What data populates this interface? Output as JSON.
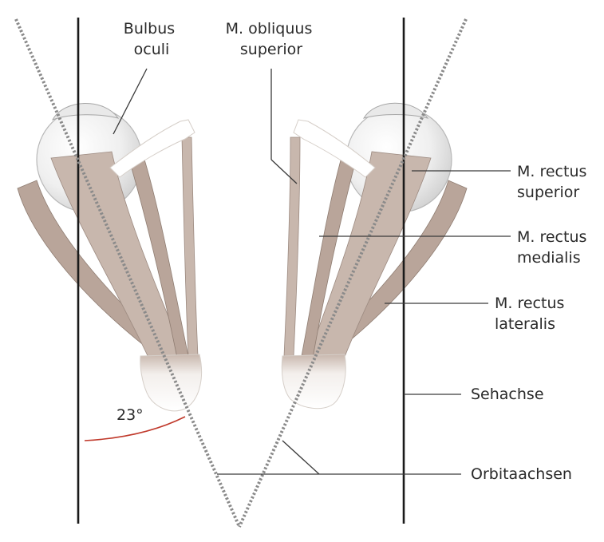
{
  "labels": {
    "bulbus_oculi": [
      "Bulbus",
      "oculi"
    ],
    "obliquus_superior": [
      "M. obliquus",
      "superior"
    ],
    "rectus_superior": [
      "M. rectus",
      "superior"
    ],
    "rectus_medialis": [
      "M. rectus",
      "medialis"
    ],
    "rectus_lateralis": [
      "M. rectus",
      "lateralis"
    ],
    "sehachse": "Sehachse",
    "orbitaachsen": "Orbitaachsen",
    "angle": "23°"
  },
  "colors": {
    "muscle": "#c8b7ad",
    "angle_arc": "#c0392b",
    "axis_line": "#1a1a1a",
    "orbit_axis": "#8a8a8a"
  },
  "angle_degrees": 23
}
